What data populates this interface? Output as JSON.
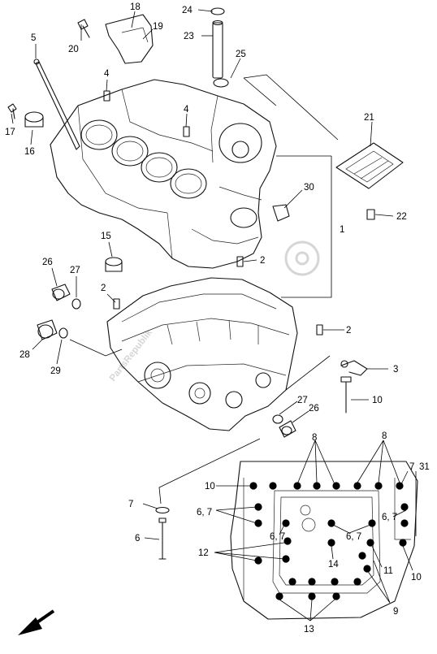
{
  "watermark": "PartsRepublik",
  "labels": {
    "l1": "1",
    "l2a": "2",
    "l2b": "2",
    "l2c": "2",
    "l3": "3",
    "l4a": "4",
    "l4b": "4",
    "l5": "5",
    "l6": "6",
    "l7": "7",
    "l7b": "7",
    "l8a": "8",
    "l8b": "8",
    "l9": "9",
    "l10a": "10",
    "l10b": "10",
    "l10c": "10",
    "l11": "11",
    "l12": "12",
    "l13": "13",
    "l14": "14",
    "l15": "15",
    "l16": "16",
    "l17": "17",
    "l18": "18",
    "l19": "19",
    "l20": "20",
    "l21": "21",
    "l22": "22",
    "l23": "23",
    "l24": "24",
    "l25": "25",
    "l26a": "26",
    "l26b": "26",
    "l27a": "27",
    "l27b": "27",
    "l28": "28",
    "l29": "29",
    "l30": "30",
    "l31": "31",
    "l67a": "6, 7",
    "l67b": "6, 7",
    "l67c": "6, 7",
    "l67d": "6, 7"
  }
}
